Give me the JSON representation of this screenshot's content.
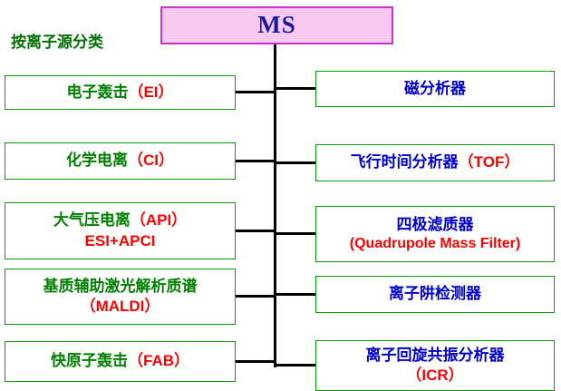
{
  "root": {
    "label": "MS"
  },
  "category_label": "按离子源分类",
  "left": [
    {
      "seg1": "电子轰击",
      "seg2": "（EI）"
    },
    {
      "seg1": "化学电离",
      "seg2": "（CI）"
    },
    {
      "seg1": "大气压电离",
      "seg2": "（API）",
      "line2": "ESI+APCI"
    },
    {
      "seg1": "基质辅助激光解析质谱",
      "line2": "（MALDI）"
    },
    {
      "seg1": "快原子轰击",
      "seg2": "（FAB）"
    }
  ],
  "right": [
    {
      "seg1": "磁分析器"
    },
    {
      "seg1": "飞行时间分析器",
      "seg2": "（TOF）"
    },
    {
      "seg1": "四极滤质器",
      "line2": "(Quadrupole Mass Filter)"
    },
    {
      "seg1": "离子阱检测器"
    },
    {
      "seg1": "离子回旋共振分析器",
      "line2": "（ICR）"
    }
  ],
  "colors": {
    "ion_source_text": "#008000",
    "acronym_text": "#ff0000",
    "analyzer_text": "#0000cc",
    "box_border": "#00a000",
    "ms_fill": "#f8c8f0",
    "ms_border": "#cc33cc",
    "ms_text": "#1a1a99",
    "connector": "#000000"
  }
}
